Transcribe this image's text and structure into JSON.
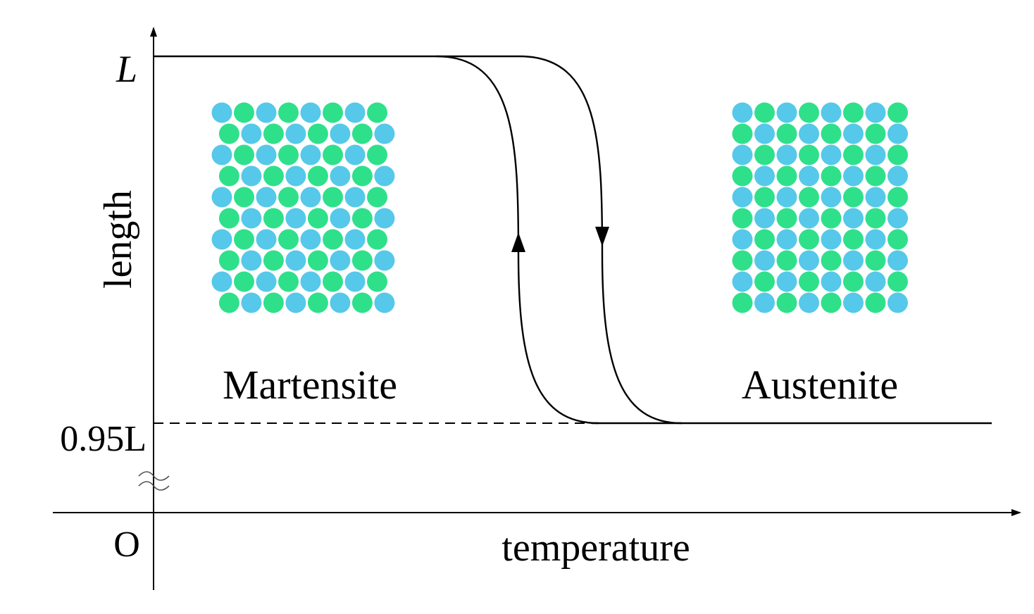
{
  "diagram": {
    "axes": {
      "x_label": "temperature",
      "y_label": "length",
      "origin_label": "O",
      "axis_break_symbol": "≈"
    },
    "y_ticks": [
      {
        "id": "upper",
        "label": "L"
      },
      {
        "id": "lower",
        "label": "0.95L"
      }
    ],
    "phases": [
      {
        "id": "martensite",
        "label": "Martensite",
        "lattice": "staggered"
      },
      {
        "id": "austenite",
        "label": "Austenite",
        "lattice": "square"
      }
    ],
    "lattice": {
      "rows": 10,
      "cols": 8,
      "colors": {
        "blue": "#56c8ea",
        "green": "#2fe08b"
      }
    },
    "curve": {
      "type": "hysteresis-loop",
      "branches": [
        "cooling (left, arrow up)",
        "heating (right, arrow down)"
      ],
      "color": "#000000"
    }
  }
}
